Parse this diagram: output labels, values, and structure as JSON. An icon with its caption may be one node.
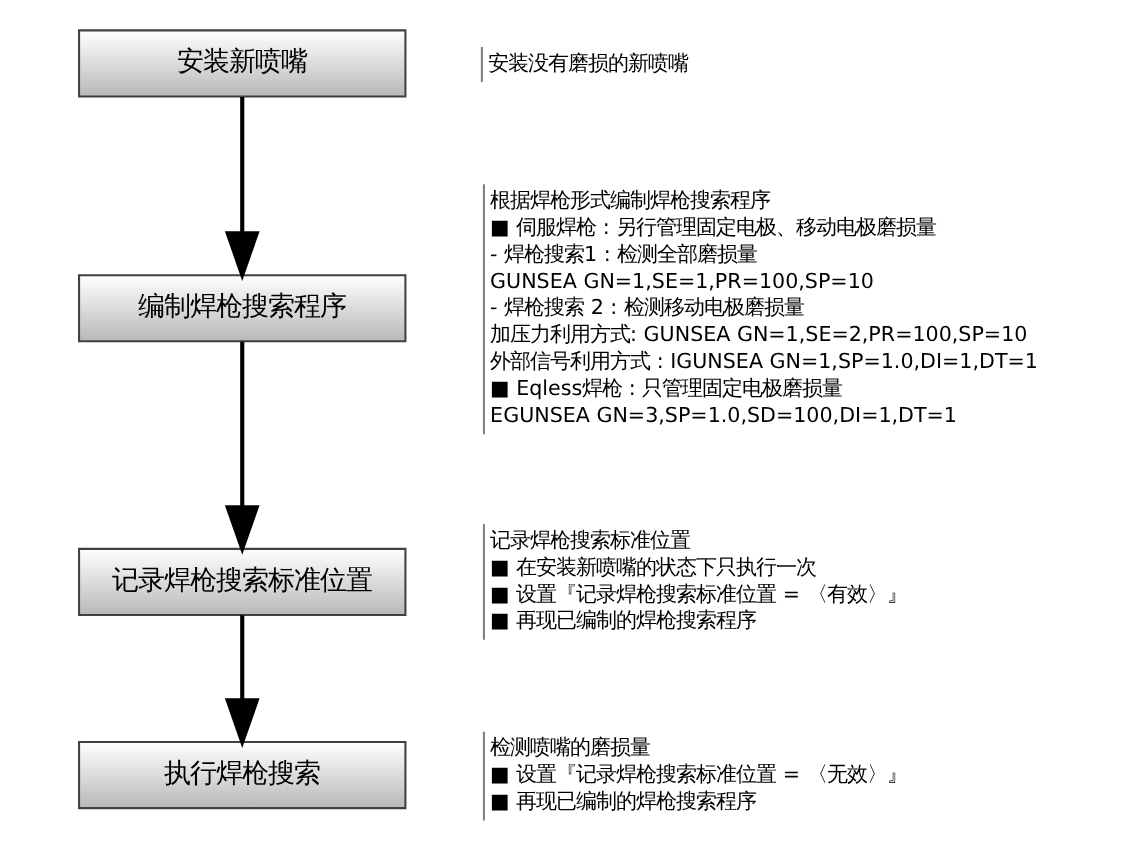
{
  "diagram": {
    "nodes": [
      {
        "text": [
          "安装新喷嘴"
        ],
        "beside": [
          "安装没有磨损的新喷嘴"
        ]
      },
      {
        "text": [
          "编制焊枪搜索程序"
        ],
        "beside": [
          "根据焊枪形式编制焊枪搜索程序",
          "■ 伺服焊枪 : 另行管理固定电极、移动电极磨损量",
          "- 焊枪搜索1 : 检测全部磨损量",
          "GUNSEA GN=1,SE=1,PR=100,SP=10",
          "- 焊枪搜索 2 : 检测移动电极磨损量",
          "加压力利用方式: GUNSEA GN=1,SE=2,PR=100,SP=10",
          "外部信号利用方式 : IGUNSEA GN=1,SP=1.0,DI=1,DT=1",
          "■ Eqless焊枪 : 只管理固定电极磨损量",
          "EGUNSEA GN=3,SP=1.0,SD=100,DI=1,DT=1"
        ]
      },
      {
        "text": [
          "记录焊枪搜索标准位置"
        ],
        "beside": [
          "记录焊枪搜索标准位置",
          "■ 在安装新喷嘴的状态下只执行一次",
          "■ 设置『记录焊枪搜索标准位置 = 〈有效〉』",
          "■ 再现已编制的焊枪搜索程序"
        ]
      },
      {
        "text": [
          "执行焊枪搜索"
        ],
        "beside": [
          "检测喷嘴的磨损量",
          "■ 设置『记录焊枪搜索标准位置 = 〈无效〉』",
          "■ 再现已编制的焊枪搜索程序"
        ]
      }
    ],
    "edges": [
      {
        "from": 0,
        "to": 1,
        "arrow": "to"
      },
      {
        "from": 1,
        "to": 2,
        "arrow": "to"
      },
      {
        "from": 2,
        "to": 3,
        "arrow": "to"
      }
    ]
  }
}
